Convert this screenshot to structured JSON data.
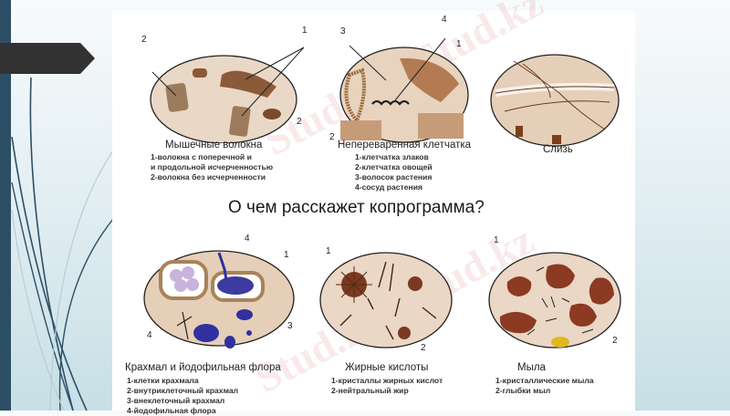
{
  "slide": {
    "title": "О чем расскажет копрограмма?",
    "watermark": "Stud.kz - Stud.kz",
    "colors": {
      "stripe": "#2c4f66",
      "banner": "#323232",
      "background_top": "#f8fbfc",
      "background_bottom": "#c7dfe6",
      "panel": "#ffffff"
    }
  },
  "panels": [
    {
      "title": "Мышечные волокна",
      "legend": [
        "1-волокна с поперечной и",
        "и продольной исчерченностью",
        "2-волокна без исчерченности"
      ],
      "labels": [
        "1",
        "2",
        "2"
      ]
    },
    {
      "title": "Непереваренная клетчатка",
      "legend": [
        "1-клетчатка злаков",
        "2-клетчатка овощей",
        "3-волосок растения",
        "4-сосуд растения"
      ],
      "labels": [
        "1",
        "2",
        "3",
        "4"
      ]
    },
    {
      "title": "Слизь",
      "legend": [],
      "labels": []
    },
    {
      "title": "Крахмал и йодофильная флора",
      "legend": [
        "1-клетки крахмала",
        "2-внутриклеточный крахмал",
        "3-внеклеточный крахмал",
        "4-йодофильная флора"
      ],
      "labels": [
        "1",
        "3",
        "4",
        "4"
      ]
    },
    {
      "title": "Жирные кислоты",
      "legend": [
        "1-кристаллы жирных кислот",
        "2-нейтральный жир"
      ],
      "labels": [
        "1",
        "2"
      ]
    },
    {
      "title": "Мыла",
      "legend": [
        "1-кристаллические мыла",
        "2-глыбки мыл"
      ],
      "labels": [
        "1",
        "2"
      ]
    }
  ]
}
